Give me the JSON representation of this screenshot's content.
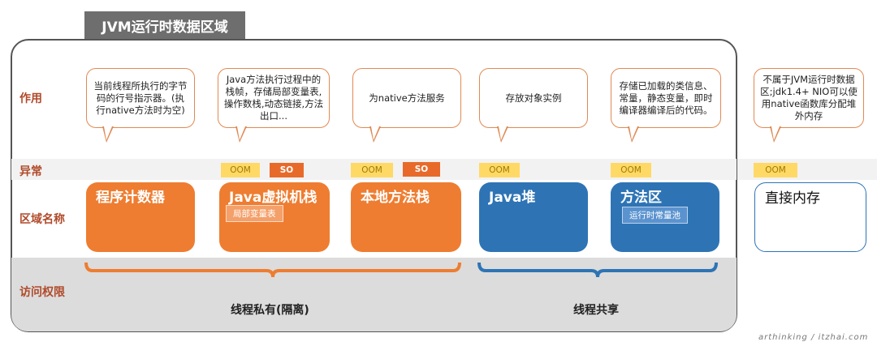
{
  "title": "JVM运行时数据区域",
  "row_labels": {
    "function": "作用",
    "exception": "异常",
    "region_name": "区域名称",
    "access": "访问权限"
  },
  "callouts": [
    "当前线程所执行的字节码的行号指示器。(执行native方法时为空)",
    "Java方法执行过程中的栈帧，存储局部变量表,操作数栈,动态链接,方法出口...",
    "为native方法服务",
    "存放对象实例",
    "存储已加载的类信息、常量，静态变量，即时编译器编译后的代码。",
    "不属于JVM运行时数据区;jdk1.4+ NIO可以使用native函数库分配堆外内存"
  ],
  "badges": {
    "oom": "OOM",
    "so": "SO"
  },
  "regions": {
    "program_counter": "程序计数器",
    "jvm_stack": "Java虚拟机栈",
    "jvm_stack_sub": "局部变量表",
    "native_stack": "本地方法栈",
    "heap": "Java堆",
    "method_area": "方法区",
    "method_area_sub": "运行时常量池",
    "direct_memory": "直接内存"
  },
  "access": {
    "private": "线程私有(隔离)",
    "shared": "线程共享"
  },
  "watermark": "arthinking / itzhai.com",
  "colors": {
    "orange": "#ee7d31",
    "blue": "#2e74b5",
    "oom_yellow": "#ffd966",
    "so_orange": "#e86a2a",
    "label_red": "#b04a2a"
  }
}
